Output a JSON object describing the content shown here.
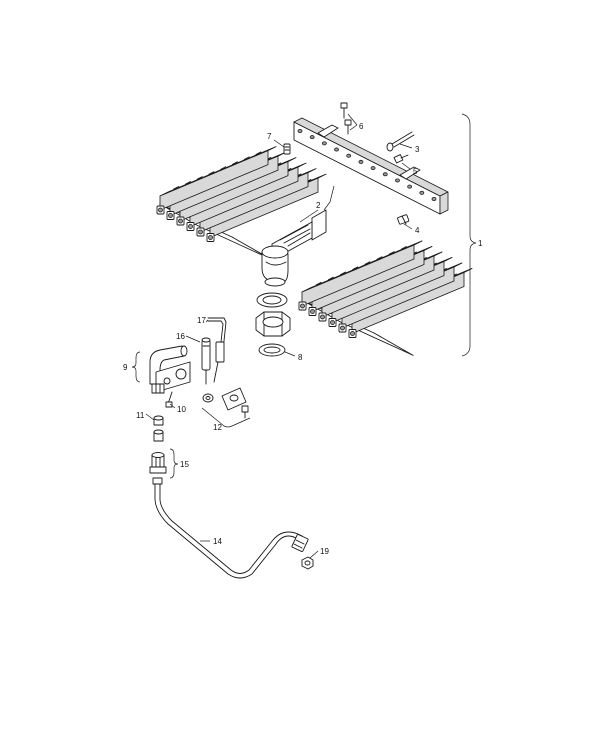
{
  "callouts": [
    {
      "id": "c1",
      "text": "1"
    },
    {
      "id": "c2",
      "text": "2"
    },
    {
      "id": "c3",
      "text": "3"
    },
    {
      "id": "c4",
      "text": "4"
    },
    {
      "id": "c5",
      "text": "5"
    },
    {
      "id": "c6",
      "text": "6"
    },
    {
      "id": "c7",
      "text": "7"
    },
    {
      "id": "c8",
      "text": "8"
    },
    {
      "id": "c9",
      "text": "9"
    },
    {
      "id": "c10",
      "text": "10"
    },
    {
      "id": "c11",
      "text": "11"
    },
    {
      "id": "c12",
      "text": "12"
    },
    {
      "id": "c14",
      "text": "14"
    },
    {
      "id": "c15",
      "text": "15"
    },
    {
      "id": "c16",
      "text": "16"
    },
    {
      "id": "c17",
      "text": "17"
    },
    {
      "id": "c19",
      "text": "19"
    }
  ]
}
